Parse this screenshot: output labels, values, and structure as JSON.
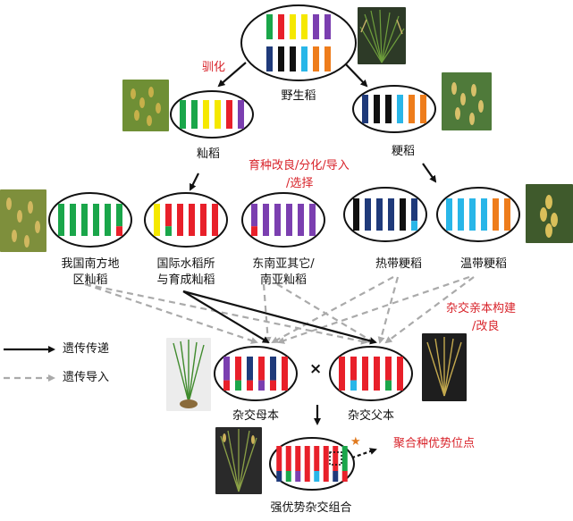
{
  "labels": {
    "wild": "野生稻",
    "indica": "籼稻",
    "japonica": "粳稻",
    "domestication": "驯化",
    "breeding_line1": "育种改良/分化/导入",
    "breeding_line2": "/选择",
    "south_china_line1": "我国南方地",
    "south_china_line2": "区籼稻",
    "irri_line1": "国际水稻所",
    "irri_line2": "与育成籼稻",
    "sea_line1": "东南亚其它/",
    "sea_line2": "南亚籼稻",
    "tropical": "热带粳稻",
    "temperate": "温带粳稻",
    "parent_build_line1": "杂交亲本构建",
    "parent_build_line2": "/改良",
    "female": "杂交母本",
    "male": "杂交父本",
    "cross": "×",
    "pyramid": "聚合种优势位点",
    "strong_combo": "强优势杂交组合",
    "legend_transfer": "遗传传递",
    "legend_introgress": "遗传导入"
  },
  "colors": {
    "green": "#1aa64a",
    "yellow": "#f5e800",
    "red": "#e8202a",
    "purple": "#7b3fb0",
    "navy": "#1f3a7a",
    "black": "#111111",
    "cyan": "#29b6e8",
    "orange": "#ee7d1c",
    "annotation_red": "#d8232a",
    "star": "#e07a1f"
  },
  "chromosome_groups": {
    "wild": {
      "rows": [
        [
          "green",
          "red",
          "yellow",
          "yellow",
          "purple",
          "purple"
        ],
        [
          "navy",
          "black",
          "black",
          "cyan",
          "orange",
          "orange"
        ]
      ]
    },
    "indica": {
      "rows": [
        [
          "green",
          "green",
          "yellow",
          "yellow",
          "red",
          "purple"
        ]
      ]
    },
    "japonica": {
      "rows": [
        [
          "navy",
          "black",
          "black",
          "cyan",
          "orange",
          "orange"
        ]
      ]
    },
    "south_china": {
      "rows": [
        [
          "green",
          "green",
          "green",
          "green",
          "green",
          "green/red"
        ]
      ]
    },
    "irri": {
      "rows": [
        [
          "yellow",
          "red/green",
          "red",
          "red",
          "red",
          "red"
        ]
      ]
    },
    "sea": {
      "rows": [
        [
          "purple/red",
          "purple",
          "purple",
          "purple",
          "purple",
          "purple"
        ]
      ]
    },
    "tropical": {
      "rows": [
        [
          "black",
          "navy",
          "navy",
          "navy",
          "black",
          "navy/cyan"
        ]
      ]
    },
    "temperate": {
      "rows": [
        [
          "cyan",
          "cyan",
          "cyan",
          "cyan",
          "orange",
          "orange"
        ]
      ]
    },
    "female": {
      "rows": [
        [
          "purple/red",
          "red/green",
          "navy/red",
          "red/purple",
          "navy/red",
          "red"
        ]
      ]
    },
    "male": {
      "rows": [
        [
          "red",
          "red/cyan",
          "red",
          "red",
          "red/green",
          "red"
        ]
      ]
    },
    "hybrid": {
      "rows": [
        [
          "red/navy",
          "red/green",
          "red/purple",
          "red",
          "red/cyan",
          "red",
          "red/navy",
          "green/red"
        ]
      ]
    }
  },
  "icons": [
    "rice-plant-photo",
    "rice-panicle-photo",
    "orange-star-icon",
    "arrow-icon",
    "dashed-arrow-icon"
  ]
}
